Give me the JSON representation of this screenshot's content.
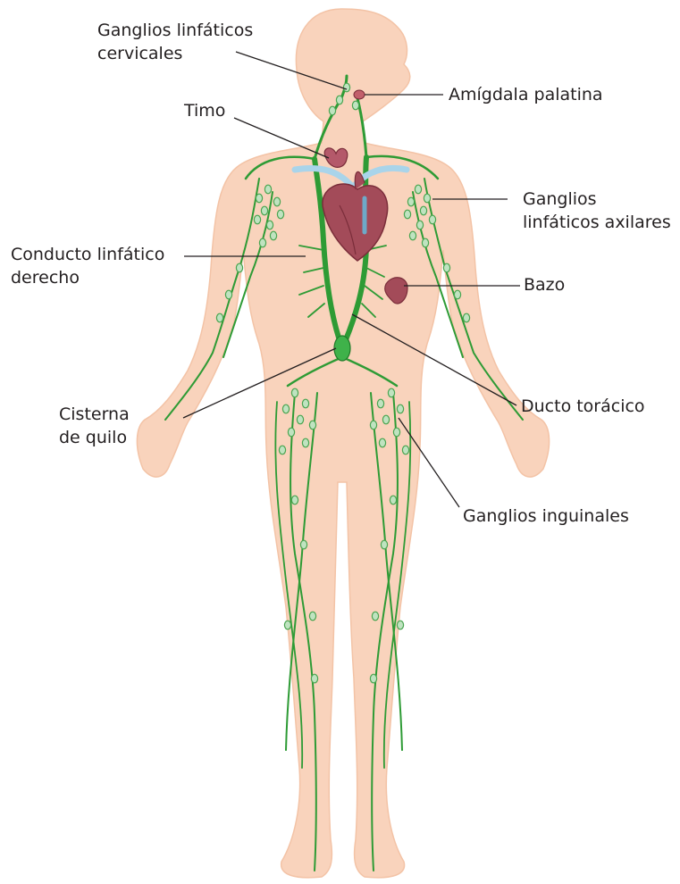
{
  "colors": {
    "skin": "#f9d3bc",
    "skin_edge": "#f3c3a6",
    "lymph": "#2e9b35",
    "lymph_dark": "#1f7a28",
    "node": "#bfe3c0",
    "node_edge": "#4aa551",
    "organ": "#a34b59",
    "organ_dark": "#7a2d3a",
    "vein": "#a9d4ea",
    "label_line": "#231f20"
  },
  "labels": {
    "cervical_1": "Ganglios linfáticos",
    "cervical_2": "cervicales",
    "amygdala": "Amígdala palatina",
    "thymus": "Timo",
    "axillary_1": "Ganglios",
    "axillary_2": "linfáticos axilares",
    "right_duct_1": "Conducto linfático",
    "right_duct_2": "derecho",
    "spleen": "Bazo",
    "cisterna_1": "Cisterna",
    "cisterna_2": "de quilo",
    "thoracic_duct": "Ducto torácico",
    "inguinal": "Ganglios inguinales"
  },
  "icons": {
    "heart": "heart-icon",
    "thymus": "thymus-icon",
    "spleen": "spleen-icon",
    "tonsil": "tonsil-icon",
    "cisterna": "cisterna-chyli-icon"
  }
}
